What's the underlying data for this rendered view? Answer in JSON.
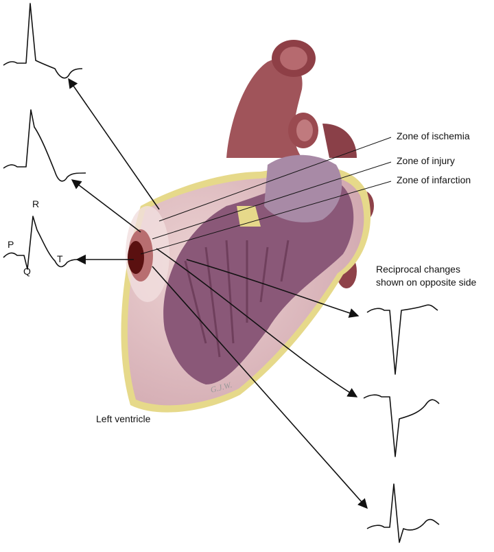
{
  "labels": {
    "zone_ischemia": "Zone of ischemia",
    "zone_injury": "Zone of injury",
    "zone_infarction": "Zone of infarction",
    "reciprocal_line1": "Reciprocal changes",
    "reciprocal_line2": "shown on opposite side",
    "left_ventricle": "Left ventricle"
  },
  "ecg_wave_labels": {
    "p": "P",
    "r": "R",
    "q": "Q",
    "t": "T"
  },
  "signature": "G.J.W.",
  "colors": {
    "myocardium": "#d9b3b8",
    "cavity": "#7d4a6a",
    "pericardium": "#e6d98a",
    "vessels": "#9a4a50",
    "infarct": "#5a1010"
  }
}
